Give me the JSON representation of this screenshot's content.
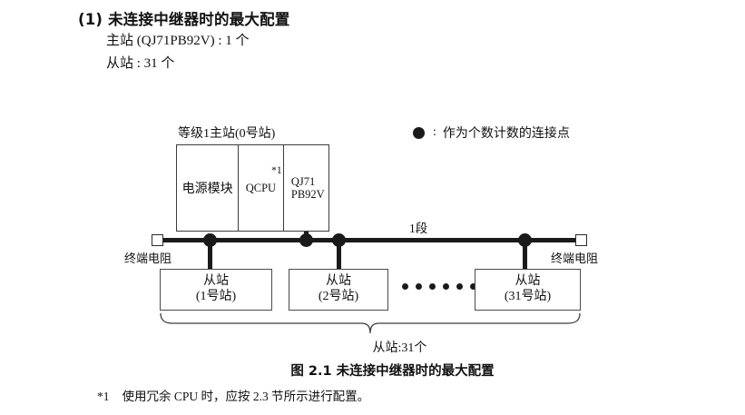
{
  "heading": {
    "title": "(1) 未连接中继器时的最大配置",
    "master_line": "主站 (QJ71PB92V) : 1 个",
    "slave_line": "从站 : 31 个"
  },
  "legend": {
    "marker_icon": "filled-circle",
    "separator": ":",
    "text": "作为个数计数的连接点"
  },
  "diagram": {
    "master_caption": "等级1主站(0号站)",
    "master_unit": {
      "power_module": "电源模块",
      "cpu": "QCPU",
      "cpu_footnote_mark": "*1",
      "network_module_line1": "QJ71",
      "network_module_line2": "PB92V"
    },
    "segment_label": "1段",
    "terminator_left_label": "终端电阻",
    "terminator_right_label": "终端电阻",
    "terminator_icon": "open-square",
    "node_icon": "filled-circle",
    "slaves": [
      {
        "name": "从站",
        "station": "(1号站)"
      },
      {
        "name": "从站",
        "station": "(2号站)"
      },
      {
        "name": "从站",
        "station": "(31号站)"
      }
    ],
    "ellipsis_dot_count": 6,
    "brace_label": "从站:31个"
  },
  "figure": {
    "caption": "图 2.1 未连接中继器时的最大配置"
  },
  "footnote": {
    "mark": "*1",
    "text": "使用冗余 CPU 时，应按 2.3 节所示进行配置。"
  },
  "colors": {
    "ink": "#111111",
    "line": "#1a1a1a",
    "box_border": "#4a4a4a",
    "page_background": "#ffffff"
  }
}
